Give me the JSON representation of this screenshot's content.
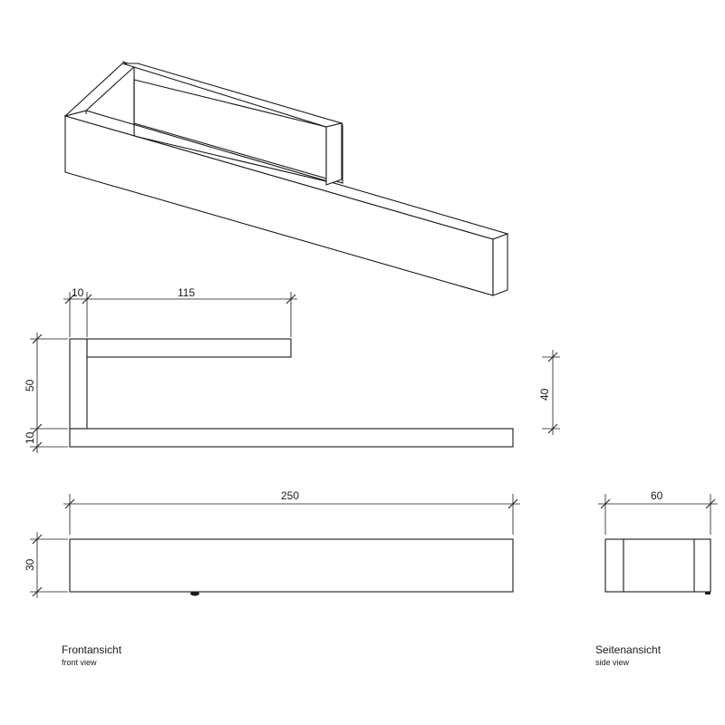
{
  "dimensions": {
    "front_wall_thickness": "10",
    "front_top_arm_length": "115",
    "front_height": "50",
    "front_base_thickness": "10",
    "front_gap_height": "40",
    "top_length": "250",
    "top_depth": "30",
    "side_width": "60"
  },
  "labels": {
    "front_view_de": "Frontansicht",
    "front_view_en": "front view",
    "side_view_de": "Seitenansicht",
    "side_view_en": "side view"
  }
}
